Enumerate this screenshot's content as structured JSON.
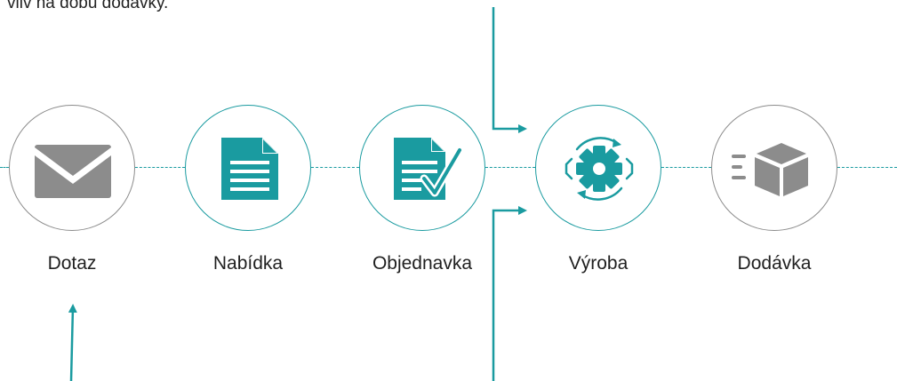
{
  "intro_text": "vliv na dobu dodávky.",
  "steps": [
    {
      "label": "Dotaz",
      "icon": "envelope-icon"
    },
    {
      "label": "Nabídka",
      "icon": "document-icon"
    },
    {
      "label": "Objednavka",
      "icon": "document-check-icon"
    },
    {
      "label": "Výroba",
      "icon": "gear-cycle-icon"
    },
    {
      "label": "Dodávka",
      "icon": "box-delivery-icon"
    }
  ],
  "colors": {
    "accent": "#1a9ba0",
    "icon_gray": "#8c8c8c",
    "circle_border_gray": "#8c8c8c",
    "text": "#222222"
  }
}
